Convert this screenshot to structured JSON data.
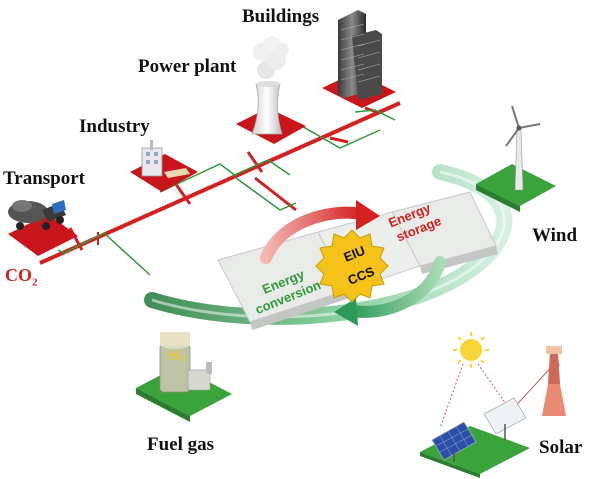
{
  "labels": {
    "buildings": "Buildings",
    "power_plant": "Power plant",
    "industry": "Industry",
    "transport": "Transport",
    "wind": "Wind",
    "fuel_gas": "Fuel gas",
    "solar": "Solar",
    "co2_main": "CO",
    "co2_sub": "2"
  },
  "center": {
    "energy_storage_line1": "Energy",
    "energy_storage_line2": "storage",
    "energy_conversion_line1": "Energy",
    "energy_conversion_line2": "conversion",
    "eiu": "EIU",
    "ccs": "CCS"
  },
  "fuel_tank_label": "H₂",
  "colors": {
    "co2_red": "#d42020",
    "pad_red": "#c8161c",
    "energy_green": "#2e9a3a",
    "pad_green": "#3aa33c",
    "gear_yellow": "#f5c21a"
  },
  "icons": [
    "skyscraper-icon",
    "cooling-tower-icon",
    "factory-icon",
    "truck-icon",
    "wind-turbine-icon",
    "gas-tank-icon",
    "solar-panel-icon",
    "solar-tower-icon",
    "sun-icon",
    "gear-icon"
  ]
}
